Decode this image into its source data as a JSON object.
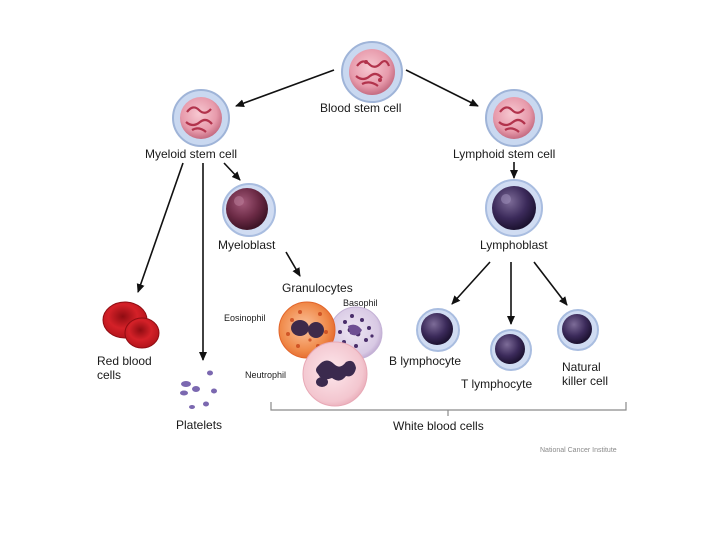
{
  "labels": {
    "blood_stem_cell": "Blood stem cell",
    "myeloid_stem_cell": "Myeloid stem cell",
    "lymphoid_stem_cell": "Lymphoid stem cell",
    "myeloblast": "Myeloblast",
    "lymphoblast": "Lymphoblast",
    "granulocytes": "Granulocytes",
    "eosinophil": "Eosinophil",
    "basophil": "Basophil",
    "neutrophil": "Neutrophil",
    "red_blood_cells": "Red blood\ncells",
    "platelets": "Platelets",
    "b_lymphocyte": "B lymphocyte",
    "t_lymphocyte": "T lymphocyte",
    "natural_killer_cell": "Natural\nkiller cell",
    "white_blood_cells": "White blood cells",
    "credit": "National Cancer Institute"
  },
  "colors": {
    "stem_cell_fill": "#e9a7b4",
    "stem_cell_core": "#b2334c",
    "stem_cell_ring": "#b7c9e8",
    "blast_fill": "#6b2a45",
    "lymphocyte_fill": "#3b2a5a",
    "red_cell": "#c8161e",
    "eosinophil": "#f08a4a",
    "basophil": "#8b6aa4",
    "neutrophil": "#f3c6cf",
    "arrow": "#111111",
    "bracket": "#888888"
  }
}
